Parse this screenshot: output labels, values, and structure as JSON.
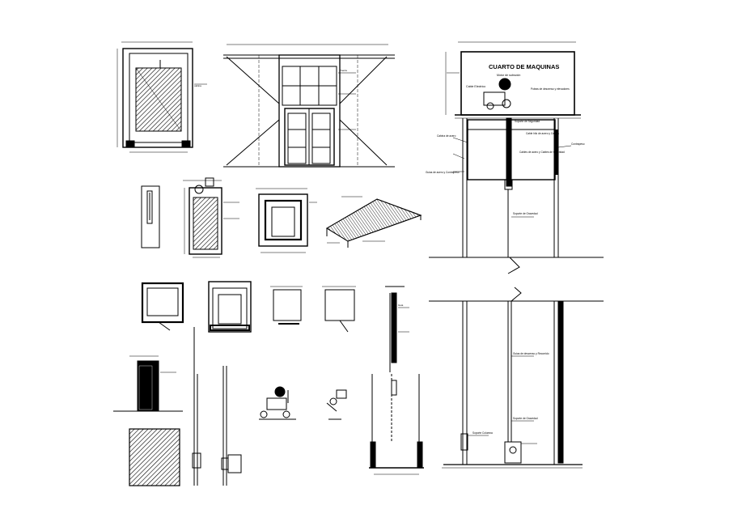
{
  "machine_room": {
    "title": "CUARTO DE MAQUINAS",
    "motor": "Motor de subsción",
    "cable_electrico": "Cable Electrico",
    "poleas": "Poleas de descenso y elevadores",
    "soporte_seguridad": "Soporte de Seguridad",
    "cabina_acero": "Cabina de acero",
    "cabina_material": "Cable hilo de acero y Cabina",
    "cables_compl": "Cables de acero y Cables de seguridad",
    "contrapeso": "Contrapeso",
    "guias": "Guias de acero y Contrapeso",
    "soporte_gravedad": "Soporte de Gravedad",
    "soporte_columna": "Soporte Columna",
    "pasadores": "Guias de descenso y Recorrido"
  },
  "small_labels": {
    "cabina": "cabina",
    "puerta": "Puerta",
    "guia": "Guia"
  }
}
